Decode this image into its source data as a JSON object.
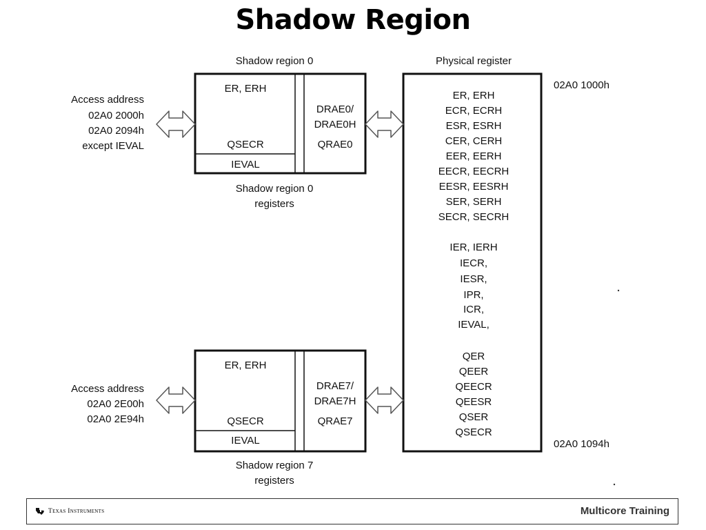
{
  "title": "Shadow Region",
  "shadow0": {
    "caption": "Shadow region 0",
    "top_register": "ER, ERH",
    "bottom_register": "QSECR",
    "ieval": "IEVAL",
    "drae_line1": "DRAE0/",
    "drae_line2": "DRAE0H",
    "qrae": "QRAE0",
    "label_line1": "Shadow region 0",
    "label_line2": "registers",
    "access_lines": [
      "Access address",
      "02A0 2000h",
      "02A0 2094h",
      "except IEVAL"
    ]
  },
  "shadow7": {
    "top_register": "ER, ERH",
    "bottom_register": "QSECR",
    "ieval": "IEVAL",
    "drae_line1": "DRAE7/",
    "drae_line2": "DRAE7H",
    "qrae": "QRAE7",
    "label_line1": "Shadow region 7",
    "label_line2": "registers",
    "access_lines": [
      "Access address",
      "02A0 2E00h",
      "02A0 2E94h"
    ]
  },
  "physical": {
    "caption": "Physical register",
    "registers": [
      "ER, ERH",
      "ECR, ECRH",
      "ESR, ESRH",
      "CER, CERH",
      "EER, EERH",
      "EECR, EECRH",
      "EESR, EESRH",
      "SER, SERH",
      "SECR, SECRH",
      "IER, IERH",
      "IECR,",
      "IESR,",
      "IPR,",
      "ICR,",
      "IEVAL,",
      "QER",
      "QEER",
      "QEECR",
      "QEESR",
      "QSER",
      "QSECR"
    ],
    "start_address": "02A0 1000h",
    "end_address": "02A0 1094h"
  },
  "footer": {
    "company": "Texas Instruments",
    "course": "Multicore Training"
  }
}
